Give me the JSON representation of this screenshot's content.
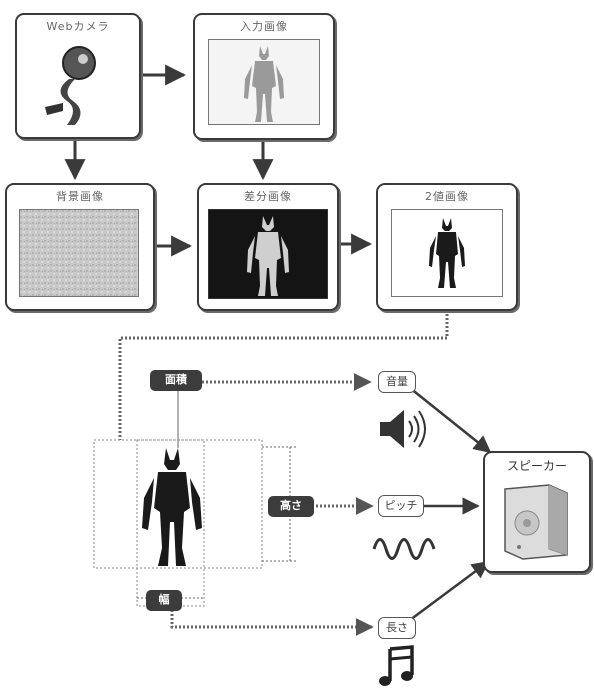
{
  "pipeline": {
    "webcam": "Webカメラ",
    "input_image": "入力画像",
    "background_image": "背景画像",
    "difference_image": "差分画像",
    "binary_image": "2値画像"
  },
  "features": {
    "area": "面積",
    "height": "高さ",
    "width": "幅"
  },
  "outputs": {
    "volume": "音量",
    "pitch": "ピッチ",
    "length": "長さ"
  },
  "speaker": "スピーカー"
}
